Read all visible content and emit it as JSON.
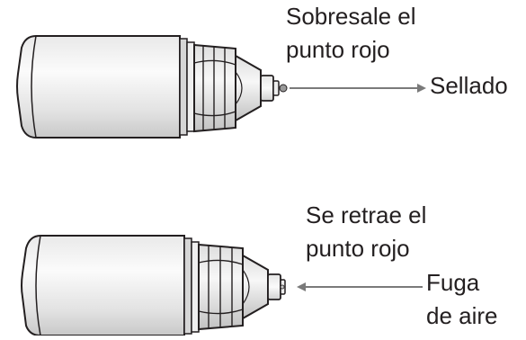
{
  "colors": {
    "stroke": "#231f20",
    "cap_light": "#f6f6f6",
    "cap_mid": "#e4e4e4",
    "cap_shadow": "#c9c9c9",
    "ring_dark": "#d2d2d2",
    "nut_light": "#f1f1f1",
    "nut_dark": "#c4c4c4",
    "arrow": "#7a7a7a",
    "red_dot_grey": "#9a9a9a"
  },
  "panels": [
    {
      "state_label": "Sellado",
      "caption_line1": "Sobresale el",
      "caption_line2": "punto rojo",
      "arrow_direction": "right"
    },
    {
      "state_label_line1": "Fuga",
      "state_label_line2": "de aire",
      "caption_line1": "Se retrae el",
      "caption_line2": "punto rojo",
      "arrow_direction": "left"
    }
  ]
}
